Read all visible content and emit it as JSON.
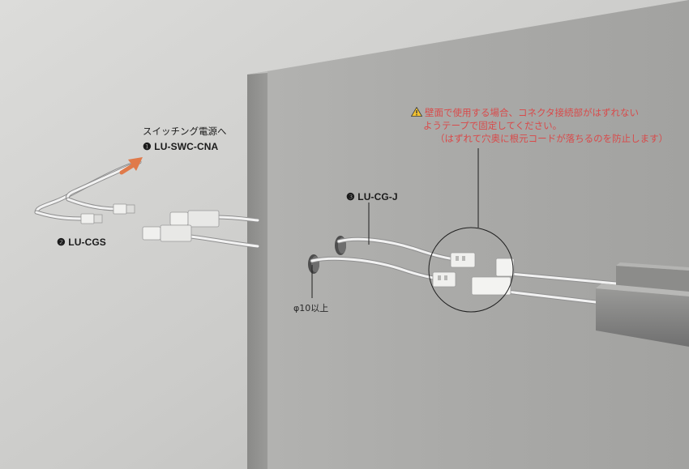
{
  "labels": {
    "power_supply": "スイッチング電源へ",
    "part1": "❶ LU-SWC-CNA",
    "part2": "❷ LU-CGS",
    "part3": "❸ LU-CG-J",
    "hole_size": "φ10以上"
  },
  "warning": {
    "icon": "warning-triangle-icon",
    "line1": "壁面で使用する場合、コネクタ接続部がはずれない",
    "line2": "ようテープで固定してください。",
    "line3": "（はずれて穴奥に根元コードが落ちるのを防止します）"
  },
  "colors": {
    "warning_text": "#d94a4a",
    "arrow": "#e07a4a"
  }
}
